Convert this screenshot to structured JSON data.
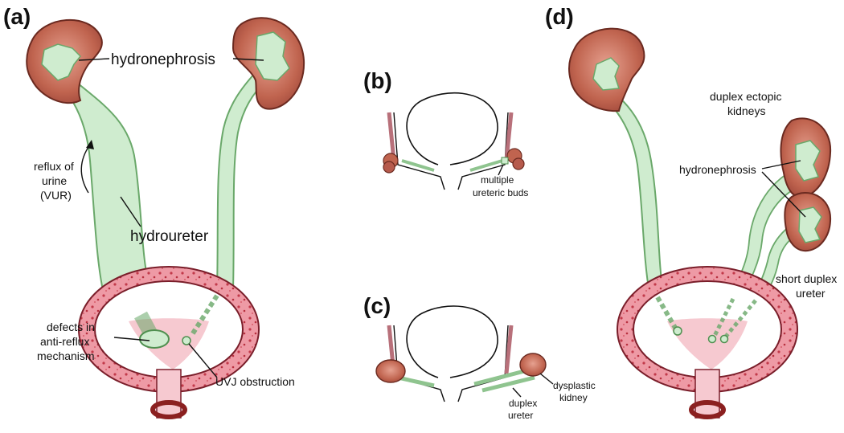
{
  "panels": {
    "a": {
      "label": "(a)",
      "hydronephrosis": "hydronephrosis",
      "reflux": [
        "reflux of",
        "urine",
        "(VUR)"
      ],
      "hydroureter": "hydroureter",
      "defects": [
        "defects in",
        "anti-reflux",
        "mechanism"
      ],
      "uvj": "UVJ obstruction"
    },
    "b": {
      "label": "(b)",
      "buds": [
        "multiple",
        "ureteric buds"
      ]
    },
    "c": {
      "label": "(c)",
      "duplex": [
        "duplex",
        "ureter"
      ],
      "dysplastic": [
        "dysplastic",
        "kidney"
      ]
    },
    "d": {
      "label": "(d)",
      "ectopic": [
        "duplex ectopic",
        "kidneys"
      ],
      "hydronephrosis": "hydronephrosis",
      "short": [
        "short duplex",
        "ureter"
      ]
    }
  },
  "colors": {
    "kidney": "#b65a4c",
    "kidney_light": "#d98b78",
    "ureter": "#cfeccf",
    "ureter_edge": "#6aa86a",
    "bladder_wall": "#e88a95",
    "bladder_spots": "#c23a4a",
    "bladder_inner": "#f6c9d0",
    "urethra_ring": "#8b2020"
  }
}
